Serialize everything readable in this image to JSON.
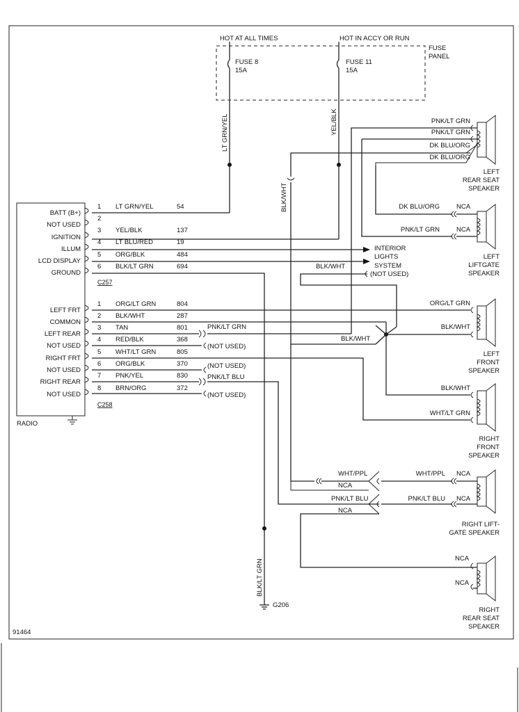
{
  "diagram_id": "91464",
  "power": {
    "hot_all_times": "HOT AT ALL TIMES",
    "hot_accy_run": "HOT IN ACCY OR RUN",
    "fuse_panel": [
      "FUSE",
      "PANEL"
    ],
    "fuse8": [
      "FUSE 8",
      "15A"
    ],
    "fuse11": [
      "FUSE 11",
      "15A"
    ],
    "wire_ltgrnyel": "LT GRN/YEL",
    "wire_yelblk": "YEL/BLK",
    "wire_blkwht": "BLK/WHT"
  },
  "radio": {
    "title": "RADIO",
    "labels_c257": [
      "BATT (B+)",
      "NOT USED",
      "IGNITION",
      "ILLUM",
      "LCD DISPLAY",
      "GROUND"
    ],
    "pins_c257": [
      {
        "pin": "1",
        "color": "LT GRN/YEL",
        "circuit": "54"
      },
      {
        "pin": "2",
        "color": "",
        "circuit": ""
      },
      {
        "pin": "3",
        "color": "YEL/BLK",
        "circuit": "137"
      },
      {
        "pin": "4",
        "color": "LT BLU/RED",
        "circuit": "19"
      },
      {
        "pin": "5",
        "color": "ORG/BLK",
        "circuit": "484"
      },
      {
        "pin": "6",
        "color": "BLK/LT GRN",
        "circuit": "694"
      }
    ],
    "connector_c257": "C257",
    "labels_c258": [
      "LEFT FRT",
      "COMMON",
      "LEFT REAR",
      "NOT USED",
      "RIGHT FRT",
      "NOT USED",
      "RIGHT REAR",
      "NOT USED"
    ],
    "pins_c258": [
      {
        "pin": "1",
        "color": "ORG/LT GRN",
        "circuit": "804"
      },
      {
        "pin": "2",
        "color": "BLK/WHT",
        "circuit": "287"
      },
      {
        "pin": "3",
        "color": "TAN",
        "circuit": "801"
      },
      {
        "pin": "4",
        "color": "RED/BLK",
        "circuit": "368"
      },
      {
        "pin": "5",
        "color": "WHT/LT GRN",
        "circuit": "805"
      },
      {
        "pin": "6",
        "color": "ORG/BLK",
        "circuit": "370"
      },
      {
        "pin": "7",
        "color": "PNK/YEL",
        "circuit": "830"
      },
      {
        "pin": "8",
        "color": "BRN/ORG",
        "circuit": "372"
      }
    ],
    "connector_c258": "C258"
  },
  "interior": {
    "lines": [
      "INTERIOR",
      "LIGHTS",
      "SYSTEM"
    ],
    "blkwht": "BLK/WHT",
    "not_used": "(NOT USED)"
  },
  "splices": {
    "pnk_lt_grn": "PNK/LT GRN",
    "pnk_lt_blu": "PNK/LT BLU",
    "not_used": "(NOT USED)",
    "blkwht": "BLK/WHT"
  },
  "speakers": {
    "left_rear_seat": {
      "name": [
        "LEFT",
        "REAR SEAT",
        "SPEAKER"
      ],
      "wires": [
        "PNK/LT GRN",
        "PNK/LT GRN",
        "DK BLU/ORG",
        "DK BLU/ORG"
      ]
    },
    "left_liftgate": {
      "name": [
        "LEFT",
        "LIFTGATE",
        "SPEAKER"
      ],
      "wires": [
        "DK BLU/ORG",
        "PNK/LT GRN"
      ],
      "nca": [
        "NCA",
        "NCA"
      ]
    },
    "left_front": {
      "name": [
        "LEFT",
        "FRONT",
        "SPEAKER"
      ],
      "wires": [
        "ORG/LT GRN",
        "BLK/WHT"
      ]
    },
    "right_front": {
      "name": [
        "RIGHT",
        "FRONT",
        "SPEAKER"
      ],
      "wires": [
        "BLK/WHT",
        "WHT/LT GRN"
      ]
    },
    "right_liftgate": {
      "name": [
        "RIGHT LIFT-",
        "GATE SPEAKER"
      ],
      "wires": [
        "WHT/PPL",
        "PNK/LT BLU"
      ],
      "nca": [
        "NCA",
        "NCA"
      ],
      "splice_wires": [
        "WHT/PPL",
        "NCA",
        "PNK/LT BLU",
        "NCA"
      ]
    },
    "right_rear_seat": {
      "name": [
        "RIGHT",
        "REAR SEAT",
        "SPEAKER"
      ],
      "nca": [
        "NCA",
        "NCA"
      ]
    }
  },
  "ground": {
    "wire": "BLK/LT GRN",
    "label": "G206"
  }
}
